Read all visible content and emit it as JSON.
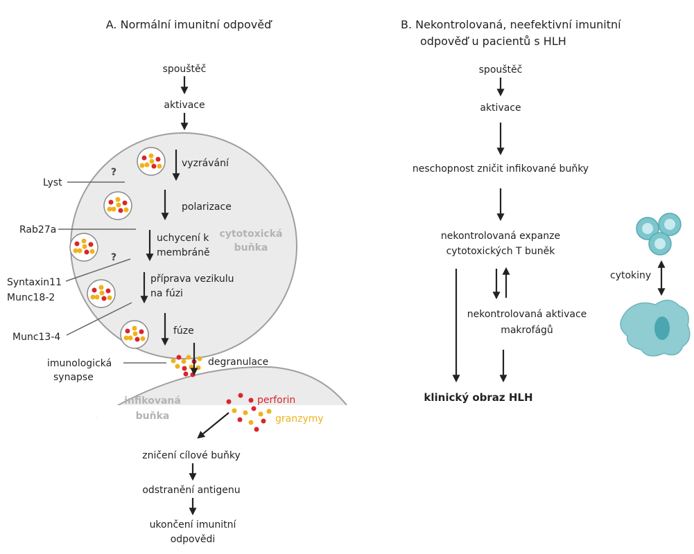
{
  "panel_a": {
    "title": "A.  Normální imunitní odpověď",
    "trigger": "spouštěč",
    "activation": "aktivace",
    "steps": {
      "maturation": "vyzrávání",
      "polarization": "polarizace",
      "docking_1": "uchycení k",
      "docking_2": "membráně",
      "priming_1": "příprava vezikulu",
      "priming_2": "na fúzi",
      "fusion": "fúze",
      "degranulation": "degranulace"
    },
    "proteins": {
      "lyst": "Lyst",
      "rab27a": "Rab27a",
      "syntaxin11": "Syntaxin11",
      "munc18": "Munc18-2",
      "munc13": "Munc13-4"
    },
    "unknown_mark": "?",
    "cytotoxic_cell_1": "cytotoxická",
    "cytotoxic_cell_2": "buňka",
    "synapse_1": "imunologická",
    "synapse_2": "synapse",
    "infected_cell_1": "infikovaná",
    "infected_cell_2": "buňka",
    "perforin": "perforin",
    "granzymes": "granzymy",
    "target_killing": "zničení cílové buňky",
    "antigen_removal": "odstranění antigenu",
    "termination_1": "ukončení imunitní",
    "termination_2": "odpovědi"
  },
  "panel_b": {
    "title_1": "B.  Nekontrolovaná, neefektivní imunitní",
    "title_2": "odpověď u pacientů s HLH",
    "trigger": "spouštěč",
    "activation": "aktivace",
    "failure": "neschopnost zničit infikované buňky",
    "expansion_1": "nekontrolovaná expanze",
    "expansion_2": "cytotoxických T buněk",
    "macrophage_1": "nekontrolovaná aktivace",
    "macrophage_2": "makrofágů",
    "clinical": "klinický obraz HLH",
    "cytokines": "cytokiny"
  },
  "colors": {
    "cell_fill": "#ebebeb",
    "cell_stroke": "#9e9e9e",
    "perforin": "#d9262c",
    "granzyme": "#f0b21c",
    "lymphocyte": "#7cc6ce",
    "macrophage": "#8fcdd3",
    "nucleus": "#4aa7b2"
  }
}
